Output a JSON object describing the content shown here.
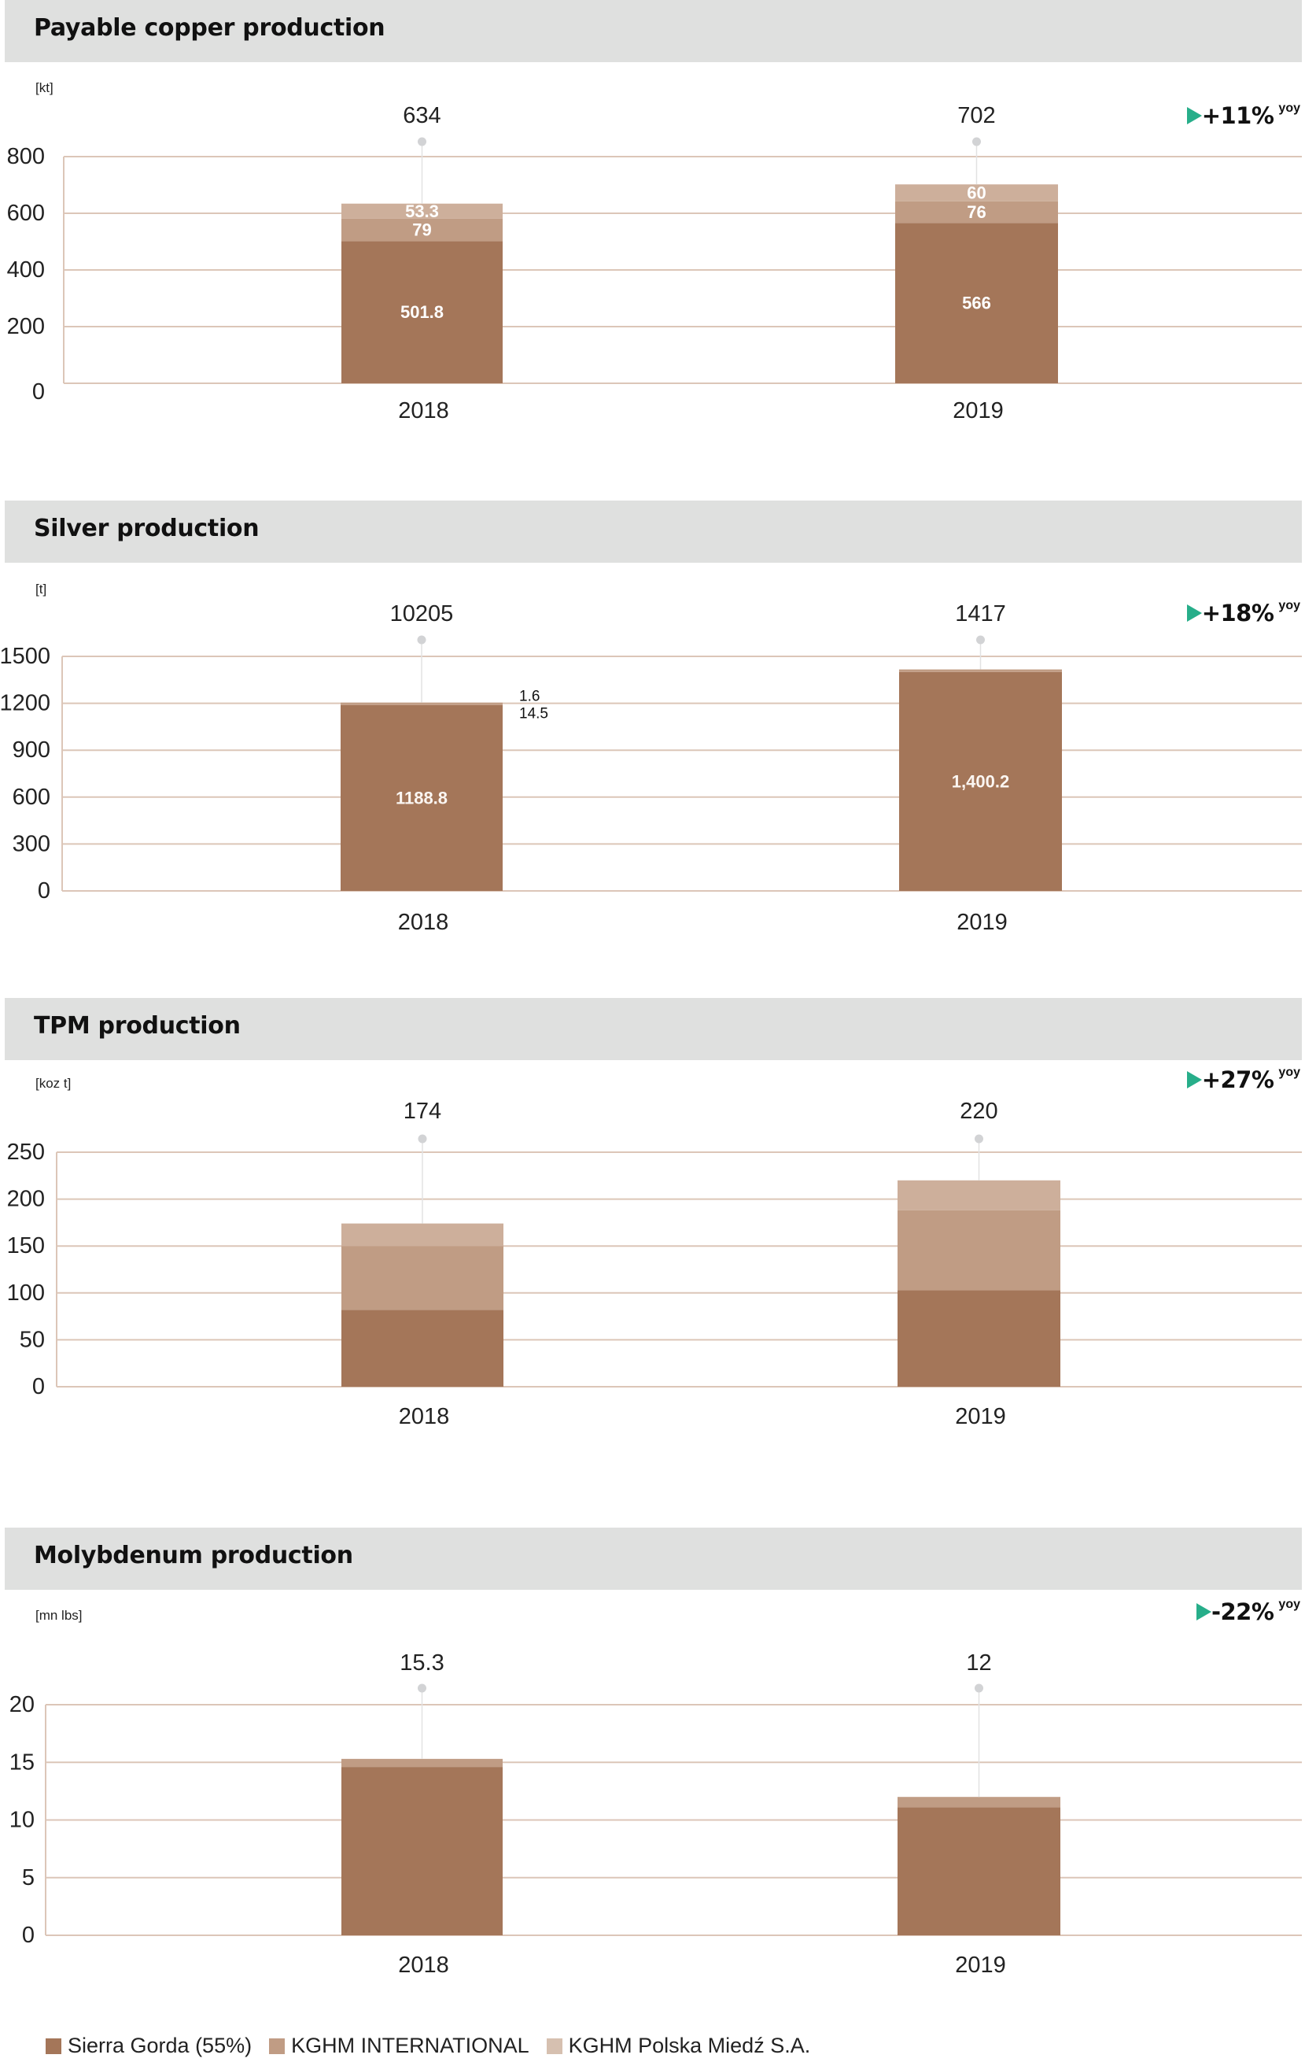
{
  "legend": [
    {
      "label": "Sierra Gorda (55%)",
      "color": "#a47659"
    },
    {
      "label": "KGHM INTERNATIONAL",
      "color": "#c09c84"
    },
    {
      "label": "KGHM Polska Miedź S.A.",
      "color": "#d6c0b0"
    }
  ],
  "colors": {
    "sierra_gorda": "#a47659",
    "kghm_international": "#c09c84",
    "kghm_polska_miedz": "#cdaf9b",
    "gridline": "#dcc6b8",
    "header_bg": "#dfe0df",
    "yoy_arrow": "#27ae8a",
    "total_dot": "#d2d3d5"
  },
  "chart_data": [
    {
      "type": "bar",
      "stacked": true,
      "title": "Payable copper production",
      "unit": "[kt]",
      "yoy": {
        "value": "+11%",
        "suffix": "yoy",
        "icon": "triangle-right-icon"
      },
      "categories": [
        "2018",
        "2019"
      ],
      "totals": [
        "634",
        "702"
      ],
      "yticks": [
        "0",
        "200",
        "400",
        "600",
        "800"
      ],
      "ylim": [
        0,
        800
      ],
      "grid": true,
      "series": [
        {
          "name": "Sierra Gorda (55%)",
          "values": [
            501.8,
            566
          ],
          "labels": [
            "501.8",
            "566"
          ]
        },
        {
          "name": "KGHM INTERNATIONAL",
          "values": [
            79,
            76
          ],
          "labels": [
            "79",
            "76"
          ]
        },
        {
          "name": "KGHM Polska Miedź S.A.",
          "values": [
            53.3,
            60
          ],
          "labels": [
            "53.3",
            "60"
          ]
        }
      ]
    },
    {
      "type": "bar",
      "stacked": true,
      "title": "Silver production",
      "unit": "[t]",
      "yoy": {
        "value": "+18%",
        "suffix": "yoy",
        "icon": "triangle-right-icon"
      },
      "categories": [
        "2018",
        "2019"
      ],
      "totals": [
        "10205",
        "1417"
      ],
      "yticks": [
        "0",
        "300",
        "600",
        "900",
        "1200",
        "1500"
      ],
      "ylim": [
        0,
        1500
      ],
      "grid": true,
      "series": [
        {
          "name": "Sierra Gorda (55%)",
          "values": [
            1188.8,
            1400.2
          ],
          "labels": [
            "1188.8",
            "1,400.2"
          ]
        },
        {
          "name": "KGHM INTERNATIONAL",
          "values": [
            14.5,
            15.3
          ],
          "labels": [
            "14.5",
            ""
          ]
        },
        {
          "name": "KGHM Polska Miedź S.A.",
          "values": [
            1.6,
            1.5
          ],
          "labels": [
            "1.6",
            ""
          ]
        }
      ]
    },
    {
      "type": "bar",
      "stacked": true,
      "title": "TPM production",
      "unit": "[koz t]",
      "yoy": {
        "value": "+27%",
        "suffix": "yoy",
        "icon": "triangle-right-icon"
      },
      "categories": [
        "2018",
        "2019"
      ],
      "totals": [
        "174",
        "220"
      ],
      "yticks": [
        "0",
        "50",
        "100",
        "150",
        "200",
        "250"
      ],
      "ylim": [
        0,
        250
      ],
      "grid": true,
      "series": [
        {
          "name": "Sierra Gorda (55%)",
          "values": [
            82,
            103
          ],
          "labels": [
            "",
            ""
          ]
        },
        {
          "name": "KGHM INTERNATIONAL",
          "values": [
            68,
            85
          ],
          "labels": [
            "",
            ""
          ]
        },
        {
          "name": "KGHM Polska Miedź S.A.",
          "values": [
            24,
            32
          ],
          "labels": [
            "",
            ""
          ]
        }
      ]
    },
    {
      "type": "bar",
      "stacked": true,
      "title": "Molybdenum production",
      "unit": "[mn lbs]",
      "yoy": {
        "value": "-22%",
        "suffix": "yoy",
        "icon": "triangle-right-icon"
      },
      "categories": [
        "2018",
        "2019"
      ],
      "totals": [
        "15.3",
        "12"
      ],
      "yticks": [
        "0",
        "5",
        "10",
        "15",
        "20"
      ],
      "ylim": [
        0,
        20
      ],
      "grid": true,
      "series": [
        {
          "name": "Sierra Gorda (55%)",
          "values": [
            14.6,
            11.1
          ],
          "labels": [
            "",
            ""
          ]
        },
        {
          "name": "KGHM INTERNATIONAL",
          "values": [
            0.7,
            0.9
          ],
          "labels": [
            "",
            ""
          ]
        },
        {
          "name": "KGHM Polska Miedź S.A.",
          "values": [
            0,
            0
          ],
          "labels": [
            "",
            ""
          ]
        }
      ]
    }
  ]
}
